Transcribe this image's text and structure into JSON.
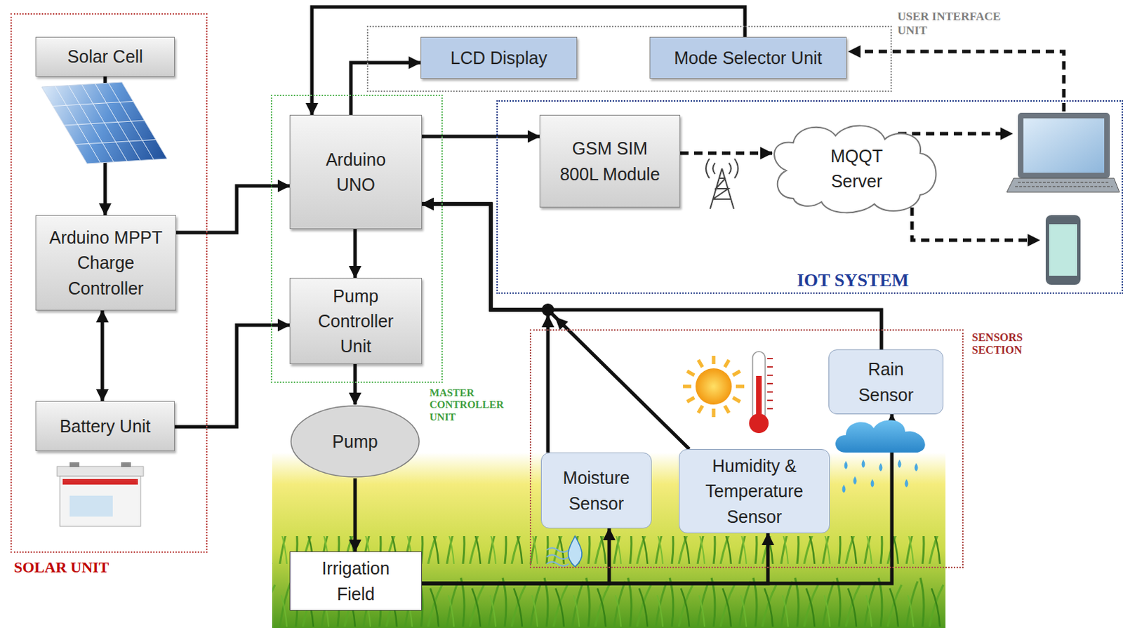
{
  "diagram": {
    "nodes": [
      {
        "text": [
          "SOLAR UNIT"
        ]
      },
      {
        "text": [
          "Solar Cell"
        ],
        "in": 0
      },
      {
        "text": [
          "Arduino MPPT Charge Controller"
        ],
        "in": 0
      },
      {
        "text": [
          "Battery Unit"
        ],
        "in": 0
      },
      {
        "text": [
          "USER INTERFACE UNIT"
        ]
      },
      {
        "text": [
          "LCD Display"
        ],
        "in": 4
      },
      {
        "text": [
          "Mode Selector Unit"
        ],
        "in": 4
      },
      {
        "text": [
          "MASTER CONTROLLER UNIT"
        ]
      },
      {
        "text": [
          "Arduino UNO"
        ],
        "in": 7
      },
      {
        "text": [
          "Pump Controller Unit"
        ],
        "in": 7
      },
      {
        "text": [
          "IOT SYSTEM"
        ]
      },
      {
        "text": [
          "GSM SIM 800L Module"
        ],
        "in": 10
      },
      {
        "text": [
          "MQQT Server"
        ],
        "in": 10
      },
      {
        "text": [
          "Pump"
        ]
      },
      {
        "text": [
          "Irrigation Field"
        ]
      },
      {
        "text": [
          "SENSORS SECTION"
        ]
      },
      {
        "text": [
          "Moisture Sensor"
        ],
        "in": 15
      },
      {
        "text": [
          "Humidity & Temperature Sensor"
        ],
        "in": 15
      },
      {
        "text": [
          "Rain Sensor"
        ],
        "in": 15
      }
    ],
    "edges": [
      {
        "from": 1,
        "to": 2,
        "arrow": "to"
      },
      {
        "from": 2,
        "to": 3,
        "arrow": "both"
      },
      {
        "from": 2,
        "to": 8,
        "arrow": "to"
      },
      {
        "from": 3,
        "to": 9,
        "arrow": "to"
      },
      {
        "from": 8,
        "to": 5,
        "arrow": "to"
      },
      {
        "from": 6,
        "to": 8,
        "arrow": "to"
      },
      {
        "from": 8,
        "to": 11,
        "arrow": "to"
      },
      {
        "from": 11,
        "to": 12,
        "arrow": "to"
      },
      {
        "from": 8,
        "to": 9,
        "arrow": "to"
      },
      {
        "from": 9,
        "to": 13,
        "arrow": "to"
      },
      {
        "from": 13,
        "to": 14,
        "arrow": "to"
      },
      {
        "from": 14,
        "to": 16,
        "arrow": "to"
      },
      {
        "from": 14,
        "to": 17,
        "arrow": "to"
      },
      {
        "from": 14,
        "to": 18,
        "arrow": "to"
      },
      {
        "from": 16,
        "to": 8,
        "arrow": "to"
      },
      {
        "from": 17,
        "to": 8,
        "arrow": "to"
      },
      {
        "from": 18,
        "to": 8,
        "arrow": "to"
      }
    ]
  }
}
